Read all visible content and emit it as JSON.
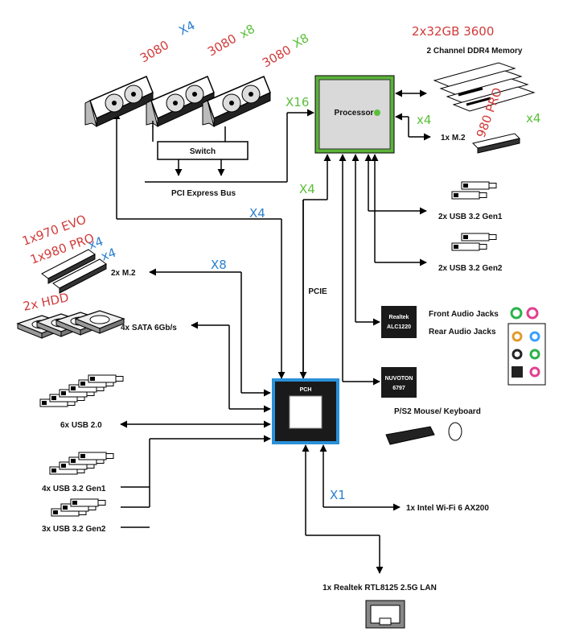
{
  "colors": {
    "annotation_red": "#d33a3a",
    "annotation_blue": "#2a7fd0",
    "annotation_green": "#5bbf3a",
    "processor_border": "#5bb33a",
    "pch_border": "#2a90d8",
    "chip_fill": "#1a1a1a"
  },
  "printed": {
    "switch": "Switch",
    "pci_bus": "PCI Express Bus",
    "processor": "Processor",
    "memory": "2 Channel DDR4 Memory",
    "m2_cpu": "1x M.2",
    "usb_gen1_cpu": "2x USB 3.2 Gen1",
    "usb_gen2_cpu": "2x USB 3.2 Gen2",
    "pcie": "PCIE",
    "realtek_audio_1": "Realtek",
    "realtek_audio_2": "ALC1220",
    "front_audio": "Front Audio Jacks",
    "rear_audio": "Rear Audio Jacks",
    "nuvoton_1": "NUVOTON",
    "nuvoton_2": "6797",
    "ps2": "P/S2 Mouse/ Keyboard",
    "pch": "PCH",
    "m2_pch": "2x M.2",
    "sata": "4x SATA 6Gb/s",
    "usb20": "6x USB 2.0",
    "usb_gen1_pch": "4x USB 3.2 Gen1",
    "usb_gen2_pch": "3x USB 3.2 Gen2",
    "wifi": "1x Intel Wi-Fi 6 AX200",
    "lan": "1x Realtek RTL8125 2.5G LAN"
  },
  "handwritten": {
    "gpu1": "3080",
    "gpu1_lanes": "X4",
    "gpu2": "3080",
    "gpu2_lanes": "x8",
    "gpu3": "3080",
    "gpu3_lanes": "X8",
    "memory_note": "2x32GB 3600",
    "cpu_x16": "X16",
    "ssd_cpu": "980 PRO",
    "ssd_cpu_x4": "x4",
    "m2_cpu_x4": "x4",
    "gpu_path_x4": "X4",
    "pcie_x4": "X4",
    "nvme_1": "1x970 EVO",
    "nvme_2": "1x980 PRO",
    "nvme_x4a": "x4",
    "nvme_x4b": "x4",
    "m2_pch_x8": "X8",
    "hdd": "2x HDD",
    "wifi_x1": "X1"
  }
}
